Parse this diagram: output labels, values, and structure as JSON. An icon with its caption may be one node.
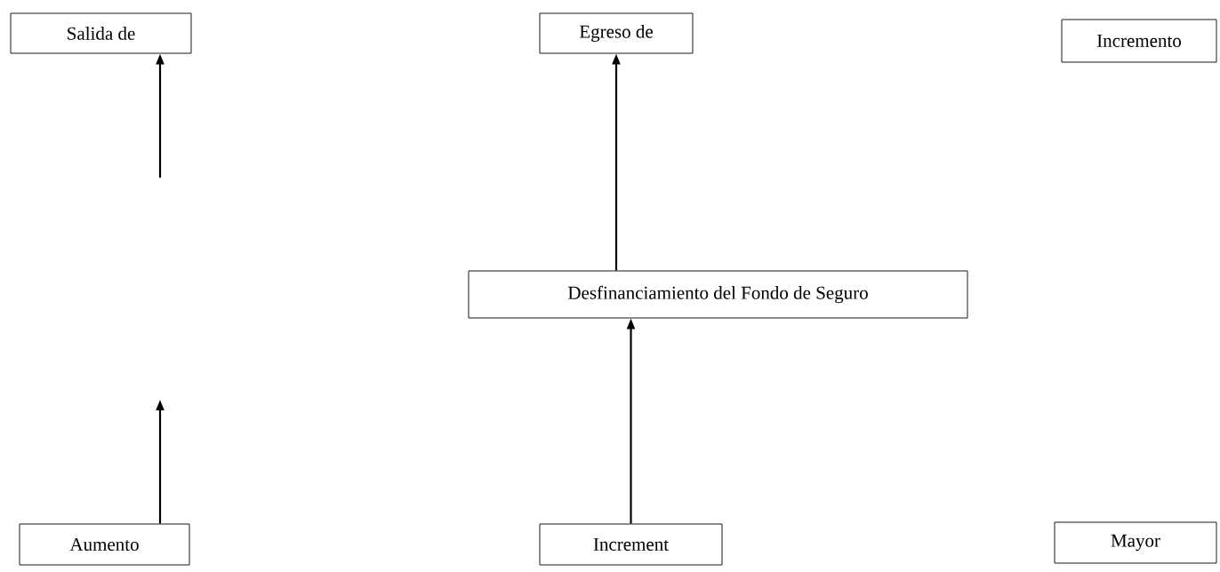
{
  "diagram": {
    "nodes": [
      {
        "text": [
          "Salida de"
        ]
      },
      {
        "text": [
          "Egreso de"
        ]
      },
      {
        "text": [
          "Incremento"
        ]
      },
      {
        "text": [
          "Desfinanciamiento del Fondo de Seguro"
        ]
      },
      {
        "text": [
          "Aumento"
        ]
      },
      {
        "text": [
          "Increment"
        ]
      },
      {
        "text": [
          "Mayor"
        ]
      }
    ],
    "edges": [
      {
        "from": null,
        "to": 0,
        "arrow": "to"
      },
      {
        "from": 3,
        "to": 1,
        "arrow": "to"
      },
      {
        "from": 4,
        "to": null,
        "arrow": "to"
      },
      {
        "from": 5,
        "to": 3,
        "arrow": "to"
      }
    ]
  }
}
